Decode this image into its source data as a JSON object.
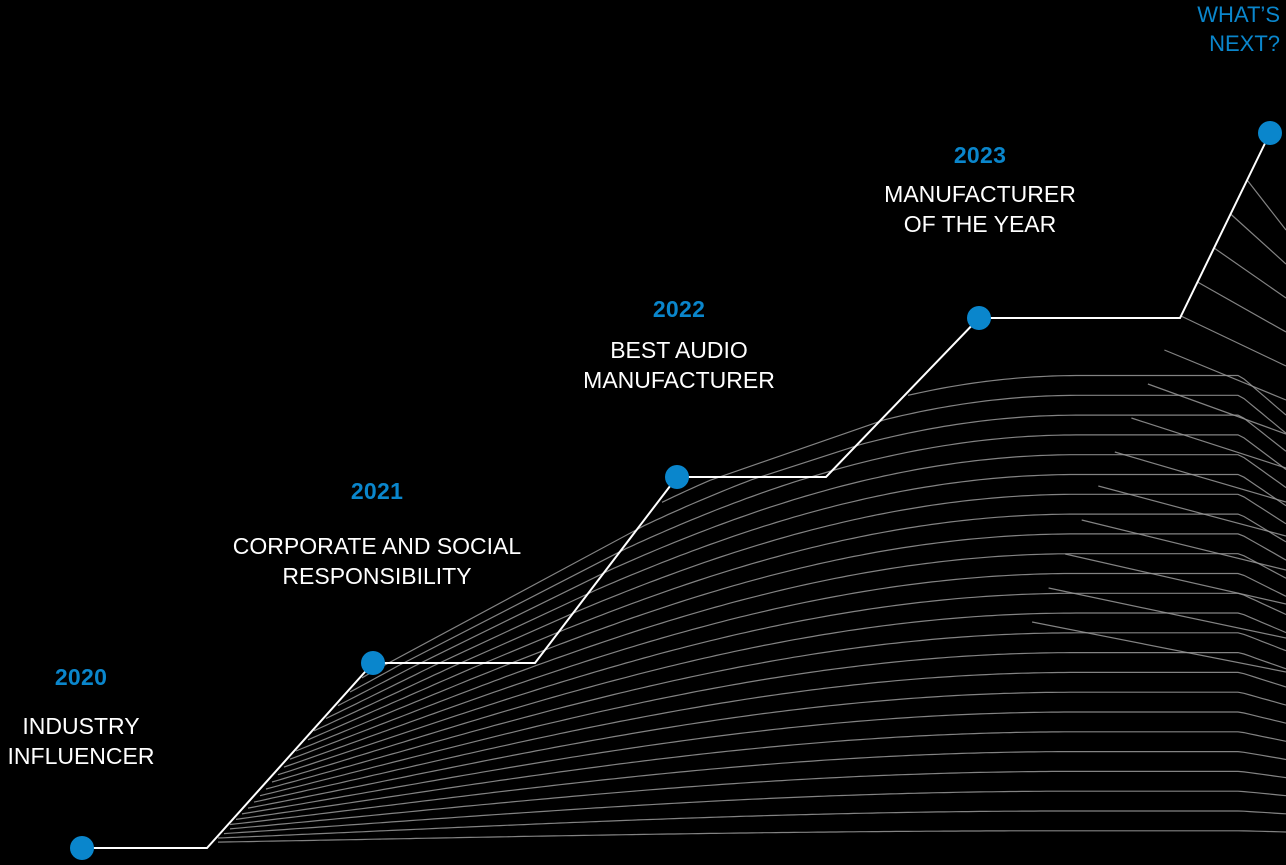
{
  "colors": {
    "background": "#000000",
    "accent": "#0a86cc",
    "text": "#ffffff",
    "line": "#ffffff",
    "wave": "#9a9a9a"
  },
  "milestones": [
    {
      "year": "2020",
      "label": "INDUSTRY\nINFLUENCER"
    },
    {
      "year": "2021",
      "label": "CORPORATE AND SOCIAL\nRESPONSIBILITY"
    },
    {
      "year": "2022",
      "label": "BEST AUDIO\nMANUFACTURER"
    },
    {
      "year": "2023",
      "label": "MANUFACTURER\nOF THE YEAR"
    }
  ],
  "next": {
    "label": "WHAT’S\nNEXT?"
  }
}
